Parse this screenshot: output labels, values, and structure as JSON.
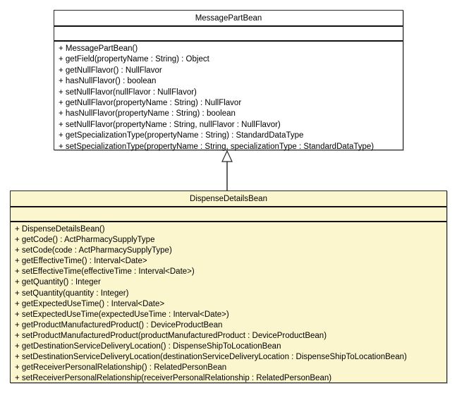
{
  "diagram": {
    "type": "uml-class-diagram",
    "background_color": "#ffffff",
    "classes": [
      {
        "name": "MessagePartBean",
        "fill_color": "#ffffff",
        "border_color": "#2a2a2a",
        "attributes": [],
        "methods": [
          "+ MessagePartBean()",
          "+ getField(propertyName : String) : Object",
          "+ getNullFlavor() : NullFlavor",
          "+ hasNullFlavor() : boolean",
          "+ setNullFlavor(nullFlavor : NullFlavor)",
          "+ getNullFlavor(propertyName : String) : NullFlavor",
          "+ hasNullFlavor(propertyName : String) : boolean",
          "+ setNullFlavor(propertyName : String, nullFlavor : NullFlavor)",
          "+ getSpecializationType(propertyName : String) : StandardDataType",
          "+ setSpecializationType(propertyName : String, specializationType : StandardDataType)"
        ]
      },
      {
        "name": "DispenseDetailsBean",
        "fill_color": "#fbf6ce",
        "border_color": "#2a2a2a",
        "attributes": [],
        "methods": [
          "+ DispenseDetailsBean()",
          "+ getCode() : ActPharmacySupplyType",
          "+ setCode(code : ActPharmacySupplyType)",
          "+ getEffectiveTime() : Interval<Date>",
          "+ setEffectiveTime(effectiveTime : Interval<Date>)",
          "+ getQuantity() : Integer",
          "+ setQuantity(quantity : Integer)",
          "+ getExpectedUseTime() : Interval<Date>",
          "+ setExpectedUseTime(expectedUseTime : Interval<Date>)",
          "+ getProductManufacturedProduct() : DeviceProductBean",
          "+ setProductManufacturedProduct(productManufacturedProduct : DeviceProductBean)",
          "+ getDestinationServiceDeliveryLocation() : DispenseShipToLocationBean",
          "+ setDestinationServiceDeliveryLocation(destinationServiceDeliveryLocation : DispenseShipToLocationBean)",
          "+ getReceiverPersonalRelationship() : RelatedPersonBean",
          "+ setReceiverPersonalRelationship(receiverPersonalRelationship : RelatedPersonBean)"
        ]
      }
    ],
    "relationship": {
      "type": "generalization",
      "from": "DispenseDetailsBean",
      "to": "MessagePartBean",
      "line_color": "#3c3c3c"
    }
  }
}
